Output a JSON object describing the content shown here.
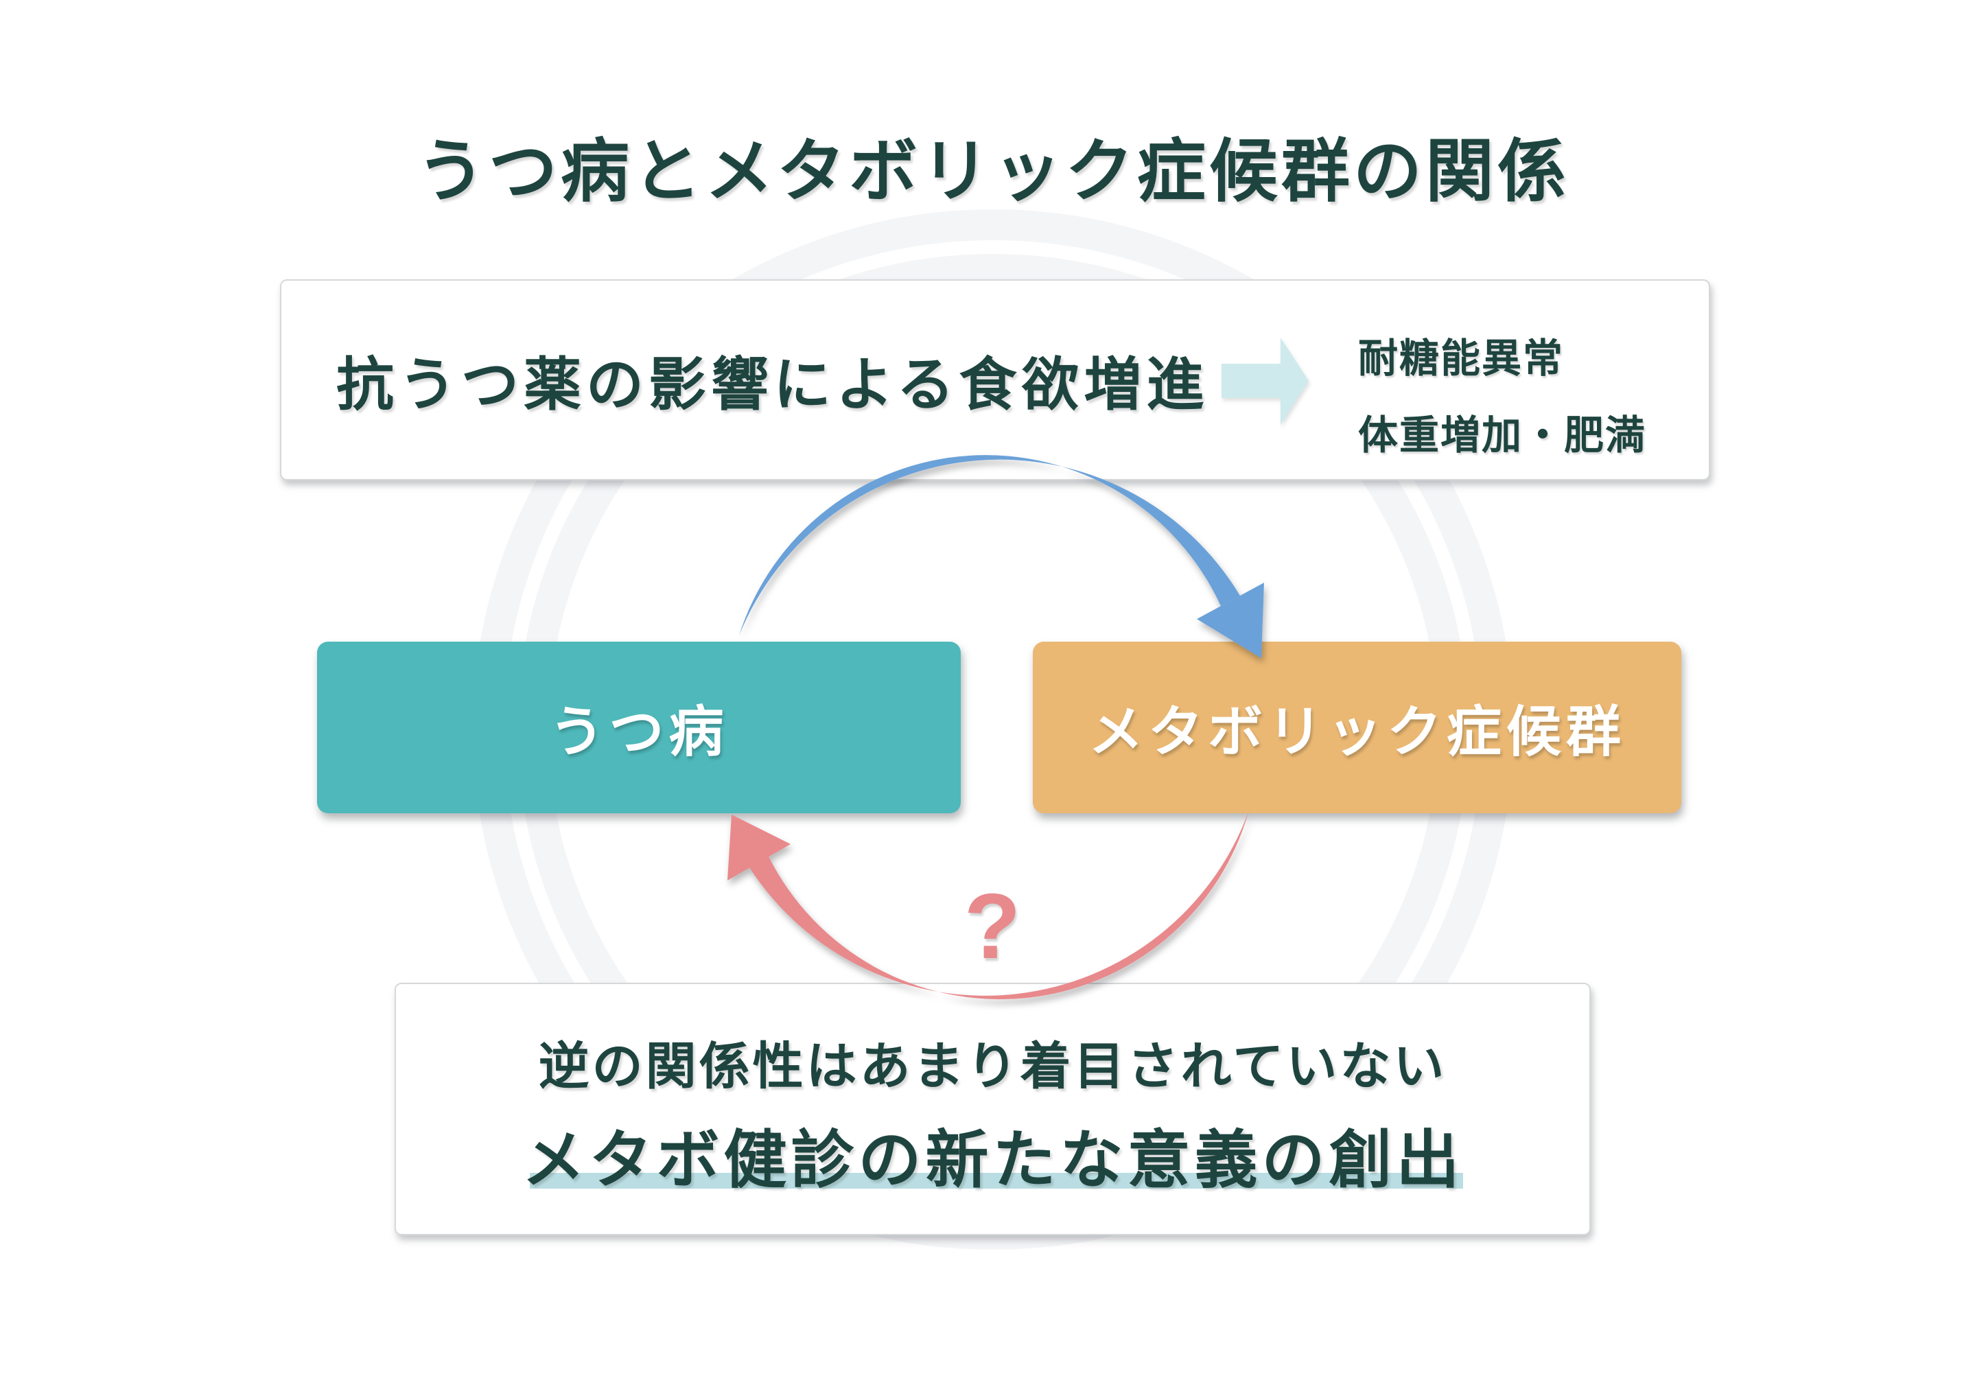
{
  "title": "うつ病とメタボリック症候群の関係",
  "top_box": {
    "cause": "抗うつ薬の影響による食欲増進",
    "effects": [
      "耐糖能異常",
      "体重増加・肥満"
    ]
  },
  "nodes": {
    "depression": "うつ病",
    "metabolic": "メタボリック症候群"
  },
  "cycle": {
    "question_mark": "?"
  },
  "bottom_box": {
    "line1": "逆の関係性はあまり着目されていない",
    "line2": "メタボ健診の新たな意義の創出"
  },
  "colors": {
    "dark_text": "#1e443f",
    "depression_box": "#4eb8ba",
    "metabolic_box": "#eab873",
    "forward_arrow_blue": "#6ba1d9",
    "reverse_arrow_pink": "#e8898c",
    "effect_block_arrow": "#cfeaec",
    "underline_highlight": "#b9dde2"
  }
}
